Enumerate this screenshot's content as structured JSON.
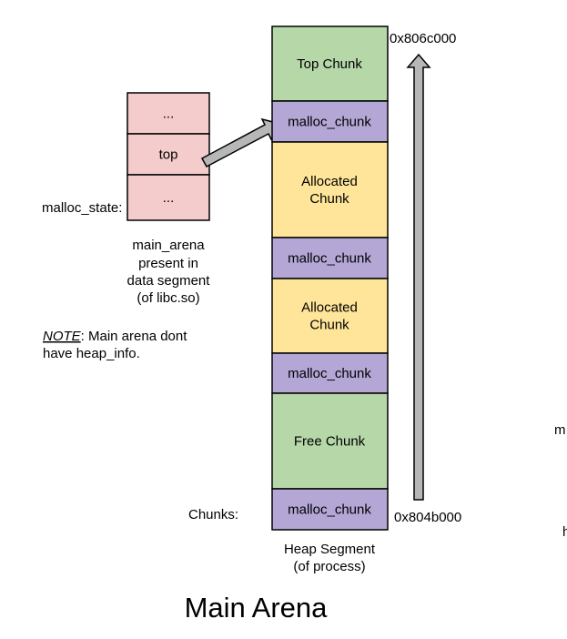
{
  "colors": {
    "top": "#b6d7a8",
    "header": "#b4a7d6",
    "allocated": "#ffe599",
    "free": "#b6d7a8",
    "arena": "#f4cccc",
    "arrow": "#b7b7b7"
  },
  "arena": {
    "cells": [
      "...",
      "top",
      "..."
    ],
    "label": "malloc_state:",
    "caption": [
      "main_arena",
      "present in",
      "data segment",
      "(of libc.so)"
    ],
    "note_em": "NOTE",
    "note_lines": [
      ": Main arena dont",
      "have heap_info."
    ]
  },
  "heap": {
    "chunks": [
      {
        "kind": "top",
        "lines": [
          "Top Chunk"
        ]
      },
      {
        "kind": "header",
        "lines": [
          "malloc_chunk"
        ]
      },
      {
        "kind": "allocated",
        "lines": [
          "Allocated",
          "Chunk"
        ]
      },
      {
        "kind": "header",
        "lines": [
          "malloc_chunk"
        ]
      },
      {
        "kind": "allocated",
        "lines": [
          "Allocated",
          "Chunk"
        ]
      },
      {
        "kind": "header",
        "lines": [
          "malloc_chunk"
        ]
      },
      {
        "kind": "free",
        "lines": [
          "Free Chunk"
        ]
      },
      {
        "kind": "header",
        "lines": [
          "malloc_chunk"
        ]
      }
    ],
    "chunks_label": "Chunks:",
    "caption": [
      "Heap Segment",
      "(of process)"
    ],
    "addr_high": "0x806c000",
    "addr_low": "0x804b000"
  },
  "title": "Main Arena",
  "cut_off": [
    "m",
    "h"
  ]
}
